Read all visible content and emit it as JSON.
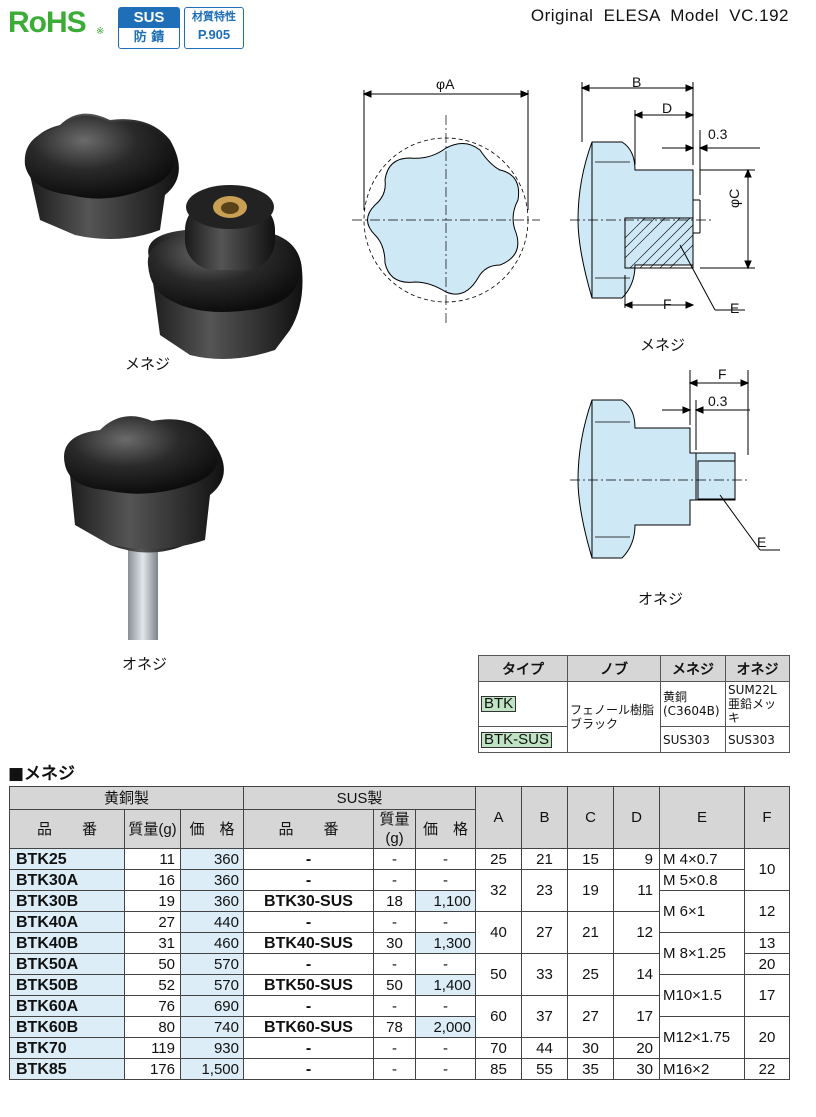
{
  "header": {
    "rohs": "RoHS",
    "rohs_mark": "※",
    "sus_badge_top": "SUS",
    "sus_badge_bottom": "防 錆",
    "material_badge_top": "材質特性",
    "material_badge_bottom": "P.905",
    "model": "Original ELESA Model VC.192"
  },
  "photos": {
    "female_caption": "メネジ",
    "male_caption": "オネジ"
  },
  "drawings": {
    "dim_A": "φA",
    "dim_B": "B",
    "dim_C": "φC",
    "dim_D": "D",
    "dim_E": "E",
    "dim_F": "F",
    "dim_03": "0.3",
    "female_caption": "メネジ",
    "male_caption": "オネジ",
    "male_dim_F": "F",
    "male_dim_03": "0.3",
    "male_dim_E": "E"
  },
  "type_table": {
    "headers": [
      "タイプ",
      "ノブ",
      "メネジ",
      "オネジ"
    ],
    "type_btk": "BTK",
    "type_btk_sus": "BTK-SUS",
    "knob": "フェノール樹脂 ブラック",
    "female_btk": "黄銅 (C3604B)",
    "male_btk": "SUM22L 亜鉛メッキ",
    "female_sus": "SUS303",
    "male_sus": "SUS303"
  },
  "main_table": {
    "section_title": "■メネジ",
    "group_brass": "黄銅製",
    "group_sus": "SUS製",
    "col_code": "品　　番",
    "col_mass": "質量(g)",
    "col_price": "価　格",
    "col_A": "A",
    "col_B": "B",
    "col_C": "C",
    "col_D": "D",
    "col_E": "E",
    "col_F": "F",
    "rows": [
      {
        "code": "BTK25",
        "mass": "11",
        "price": "360",
        "sus_code": "-",
        "sus_mass": "-",
        "sus_price": "-"
      },
      {
        "code": "BTK30A",
        "mass": "16",
        "price": "360",
        "sus_code": "-",
        "sus_mass": "-",
        "sus_price": "-"
      },
      {
        "code": "BTK30B",
        "mass": "19",
        "price": "360",
        "sus_code": "BTK30-SUS",
        "sus_mass": "18",
        "sus_price": "1,100"
      },
      {
        "code": "BTK40A",
        "mass": "27",
        "price": "440",
        "sus_code": "-",
        "sus_mass": "-",
        "sus_price": "-"
      },
      {
        "code": "BTK40B",
        "mass": "31",
        "price": "460",
        "sus_code": "BTK40-SUS",
        "sus_mass": "30",
        "sus_price": "1,300"
      },
      {
        "code": "BTK50A",
        "mass": "50",
        "price": "570",
        "sus_code": "-",
        "sus_mass": "-",
        "sus_price": "-"
      },
      {
        "code": "BTK50B",
        "mass": "52",
        "price": "570",
        "sus_code": "BTK50-SUS",
        "sus_mass": "50",
        "sus_price": "1,400"
      },
      {
        "code": "BTK60A",
        "mass": "76",
        "price": "690",
        "sus_code": "-",
        "sus_mass": "-",
        "sus_price": "-"
      },
      {
        "code": "BTK60B",
        "mass": "80",
        "price": "740",
        "sus_code": "BTK60-SUS",
        "sus_mass": "78",
        "sus_price": "2,000"
      },
      {
        "code": "BTK70",
        "mass": "119",
        "price": "930",
        "sus_code": "-",
        "sus_mass": "-",
        "sus_price": "-"
      },
      {
        "code": "BTK85",
        "mass": "176",
        "price": "1,500",
        "sus_code": "-",
        "sus_mass": "-",
        "sus_price": "-"
      }
    ],
    "dims": {
      "r1": {
        "A": "25",
        "B": "21",
        "C": "15",
        "D": "9",
        "E": "M 4×0.7"
      },
      "r23": {
        "A": "32",
        "B": "23",
        "C": "19",
        "D": "11"
      },
      "E_r2": "M 5×0.8",
      "E_r34": "M 6×1",
      "r45": {
        "A": "40",
        "B": "27",
        "C": "21",
        "D": "12"
      },
      "r67": {
        "A": "50",
        "B": "33",
        "C": "25",
        "D": "14"
      },
      "E_r56": "M 8×1.25",
      "E_r78": "M10×1.5",
      "r89": {
        "A": "60",
        "B": "37",
        "C": "27",
        "D": "17"
      },
      "E_r910": "M12×1.75",
      "r10": {
        "A": "70",
        "B": "44",
        "C": "30",
        "D": "20"
      },
      "r11": {
        "A": "85",
        "B": "55",
        "C": "35",
        "D": "30",
        "E": "M16×2"
      },
      "F_r12": "10",
      "F_r34": "12",
      "F_r5": "13",
      "F_r6": "20",
      "F_r78": "17",
      "F_r910": "20",
      "F_r11": "22"
    }
  }
}
